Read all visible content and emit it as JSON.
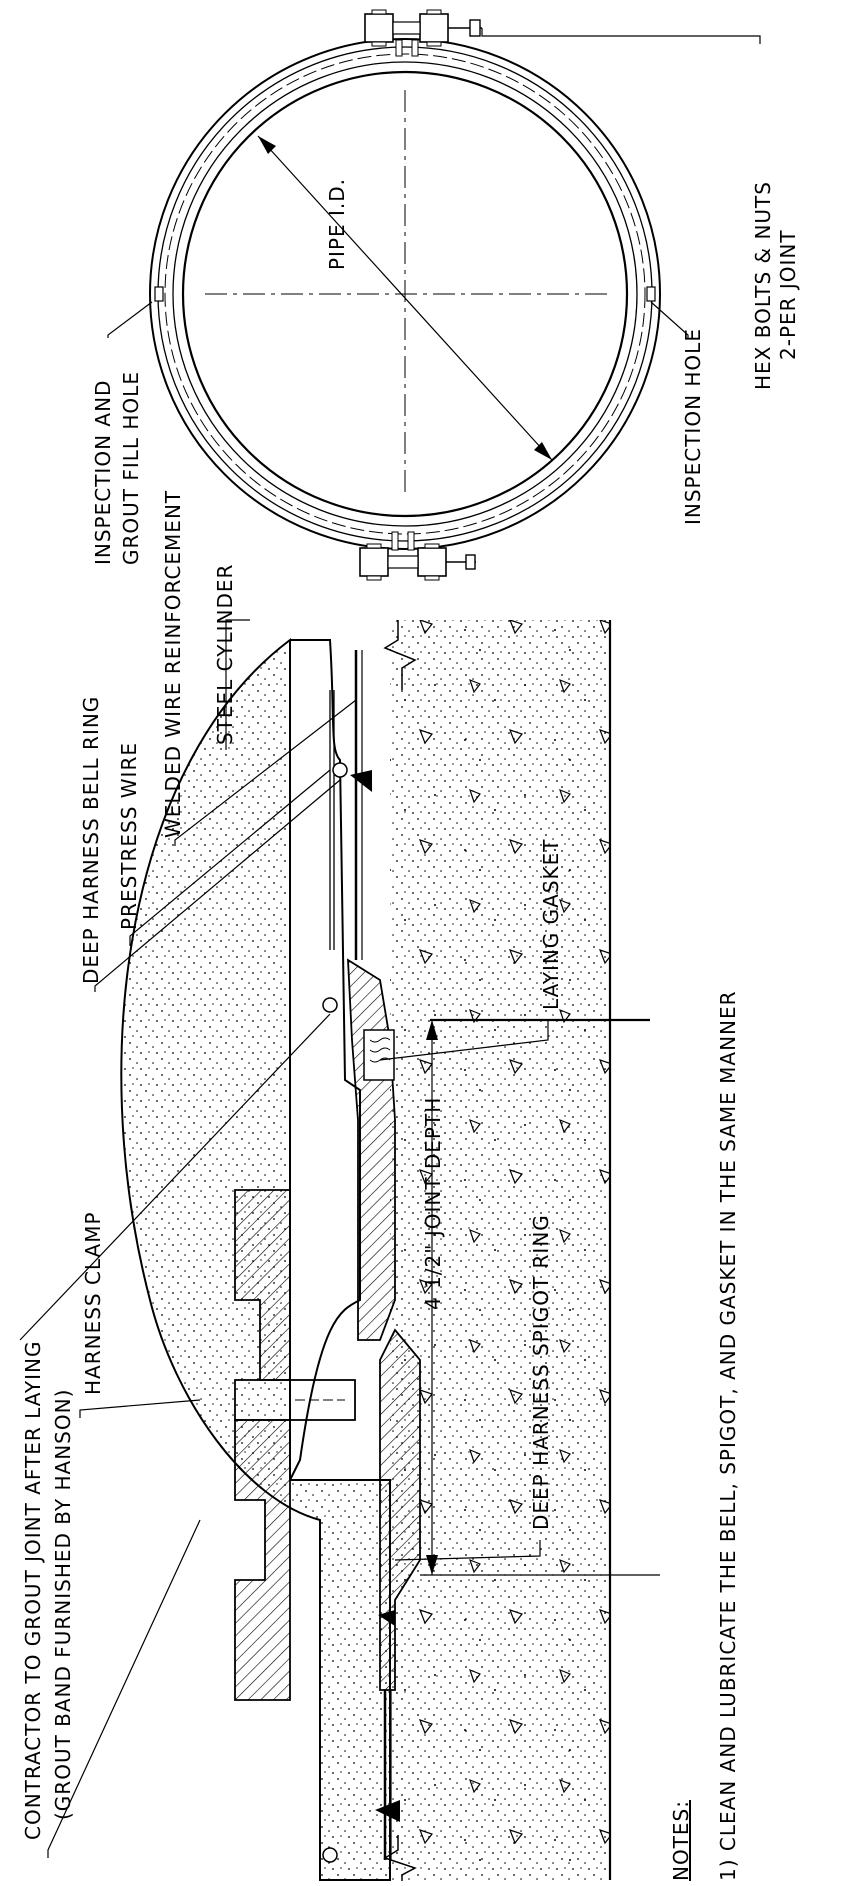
{
  "labels": {
    "hex_bolts_1": "HEX BOLTS & NUTS",
    "hex_bolts_2": "2-PER JOINT",
    "inspection_grout_1": "INSPECTION AND",
    "inspection_grout_2": "GROUT FILL HOLE",
    "pipe_id": "PIPE I.D.",
    "inspection_hole": "INSPECTION HOLE",
    "welded_wire": "WELDED WIRE REINFORCEMENT",
    "steel_cylinder": "STEEL CYLINDER",
    "laying_gasket": "LAYING GASKET",
    "deep_bell_ring": "DEEP HARNESS BELL RING",
    "prestress_wire": "PRESTRESS WIRE",
    "joint_depth": "4 1/2\" JOINT DEPTH",
    "deep_spigot_ring": "DEEP HARNESS SPIGOT RING",
    "contractor_1": "CONTRACTOR TO GROUT JOINT AFTER LAYING",
    "contractor_2": "(GROUT BAND FURNISHED BY HANSON)",
    "harness_clamp": "HARNESS CLAMP"
  },
  "notes": {
    "heading": "NOTES:",
    "note_1": "1) CLEAN AND LUBRICATE THE BELL, SPIGOT, AND GASKET IN THE SAME MANNER"
  }
}
